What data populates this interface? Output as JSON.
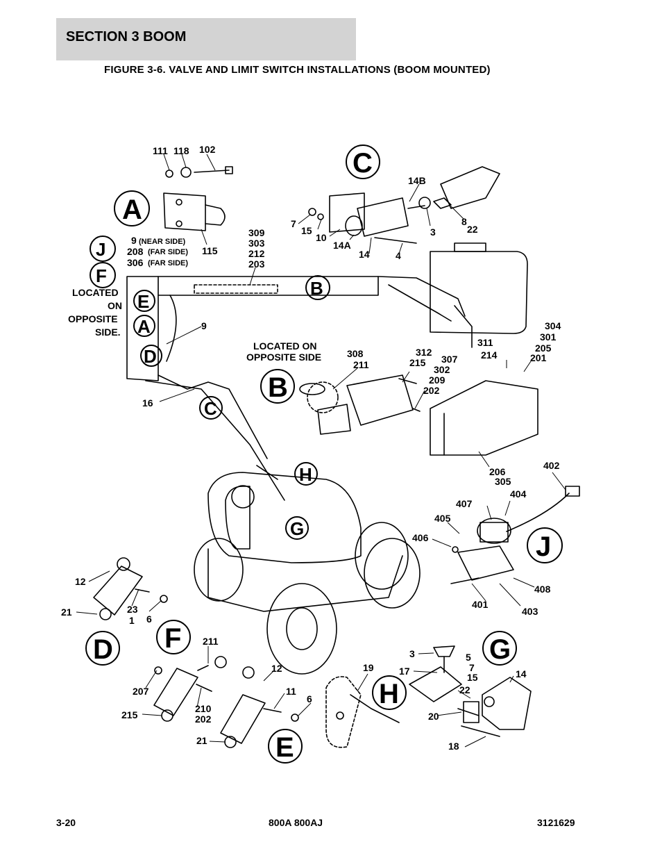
{
  "header": {
    "section": "SECTION 3   BOOM"
  },
  "figure": {
    "title": "FIGURE 3-6. VALVE AND LIMIT SWITCH INSTALLATIONS (BOOM MOUNTED)",
    "views": {
      "A": "A",
      "B": "B",
      "C": "C",
      "D": "D",
      "E": "E",
      "F": "F",
      "G": "G",
      "H": "H",
      "J": "J"
    },
    "notes": {
      "located_opposite_side_1": "LOCATED",
      "located_opposite_side_2": "ON",
      "located_opposite_side_3": "OPPOSITE",
      "located_opposite_side_4": "SIDE.",
      "located_on_opposite_side_b1": "LOCATED ON",
      "located_on_opposite_side_b2": "OPPOSITE SIDE",
      "near_side": "(NEAR SIDE)",
      "far_side_1": "(FAR SIDE)",
      "far_side_2": "(FAR SIDE)"
    },
    "callouts": {
      "c111": "111",
      "c118": "118",
      "c102": "102",
      "c115": "115",
      "c9a": "9",
      "c208": "208",
      "c306": "306",
      "c309": "309",
      "c303": "303",
      "c212": "212",
      "c203": "203",
      "c9b": "9",
      "c16": "16",
      "c14B": "14B",
      "c7": "7",
      "c15": "15",
      "c10": "10",
      "c14A": "14A",
      "c14": "14",
      "c4": "4",
      "c3": "3",
      "c8": "8",
      "c22": "22",
      "c308": "308",
      "c211": "211",
      "c312": "312",
      "c215": "215",
      "c307": "307",
      "c302": "302",
      "c209": "209",
      "c202": "202",
      "c311": "311",
      "c214": "214",
      "c304": "304",
      "c301": "301",
      "c205": "205",
      "c201": "201",
      "c206": "206",
      "c305": "305",
      "c402": "402",
      "c407": "407",
      "c404": "404",
      "c405": "405",
      "c406": "406",
      "c408": "408",
      "c401": "401",
      "c403": "403",
      "d12": "12",
      "d21": "21",
      "d23": "23",
      "d1": "1",
      "d6": "6",
      "f211": "211",
      "f207": "207",
      "f210": "210",
      "f202": "202",
      "f215": "215",
      "e12": "12",
      "e11": "11",
      "e6": "6",
      "e21": "21",
      "h19": "19",
      "g3": "3",
      "g5": "5",
      "g7": "7",
      "g15": "15",
      "g17": "17",
      "g14": "14",
      "g22": "22",
      "g20": "20",
      "g18": "18"
    }
  },
  "footer": {
    "page": "3-20",
    "model": "800A 800AJ",
    "doc": "3121629"
  }
}
